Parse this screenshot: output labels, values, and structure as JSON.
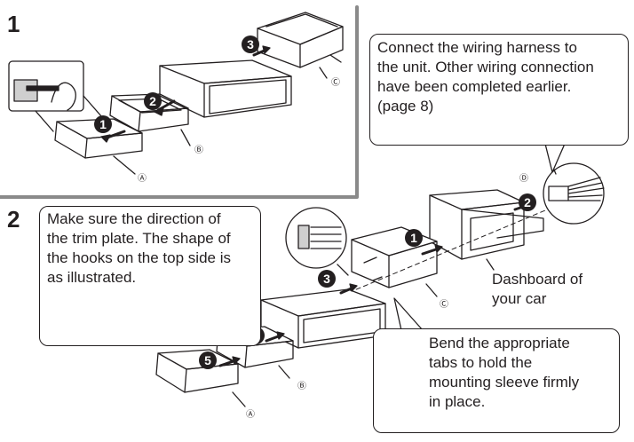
{
  "steps": {
    "step1": "1",
    "step2": "2"
  },
  "callouts": {
    "wiring": [
      "Connect the wiring harness to",
      "the unit. Other wiring connection",
      "have been completed earlier.",
      "(page 8)"
    ],
    "trim": [
      "Make sure the direction of",
      "the trim plate. The shape of",
      "the hooks on the top side is",
      "as illustrated."
    ],
    "tabs": [
      "Bend the appropriate",
      "tabs to hold the",
      "mounting sleeve firmly",
      "in place."
    ]
  },
  "dashboard_label": [
    "Dashboard of",
    "your car"
  ],
  "part_labels": {
    "a": "Ⓐ",
    "b": "Ⓑ",
    "c": "Ⓒ",
    "d": "Ⓓ"
  },
  "badges": {
    "n1": "1",
    "n2": "2",
    "n3": "3",
    "n4": "4",
    "n5": "5"
  },
  "colors": {
    "line": "#231f20",
    "divider": "#8a8a8a",
    "detail_fill": "#cfcfcf"
  }
}
